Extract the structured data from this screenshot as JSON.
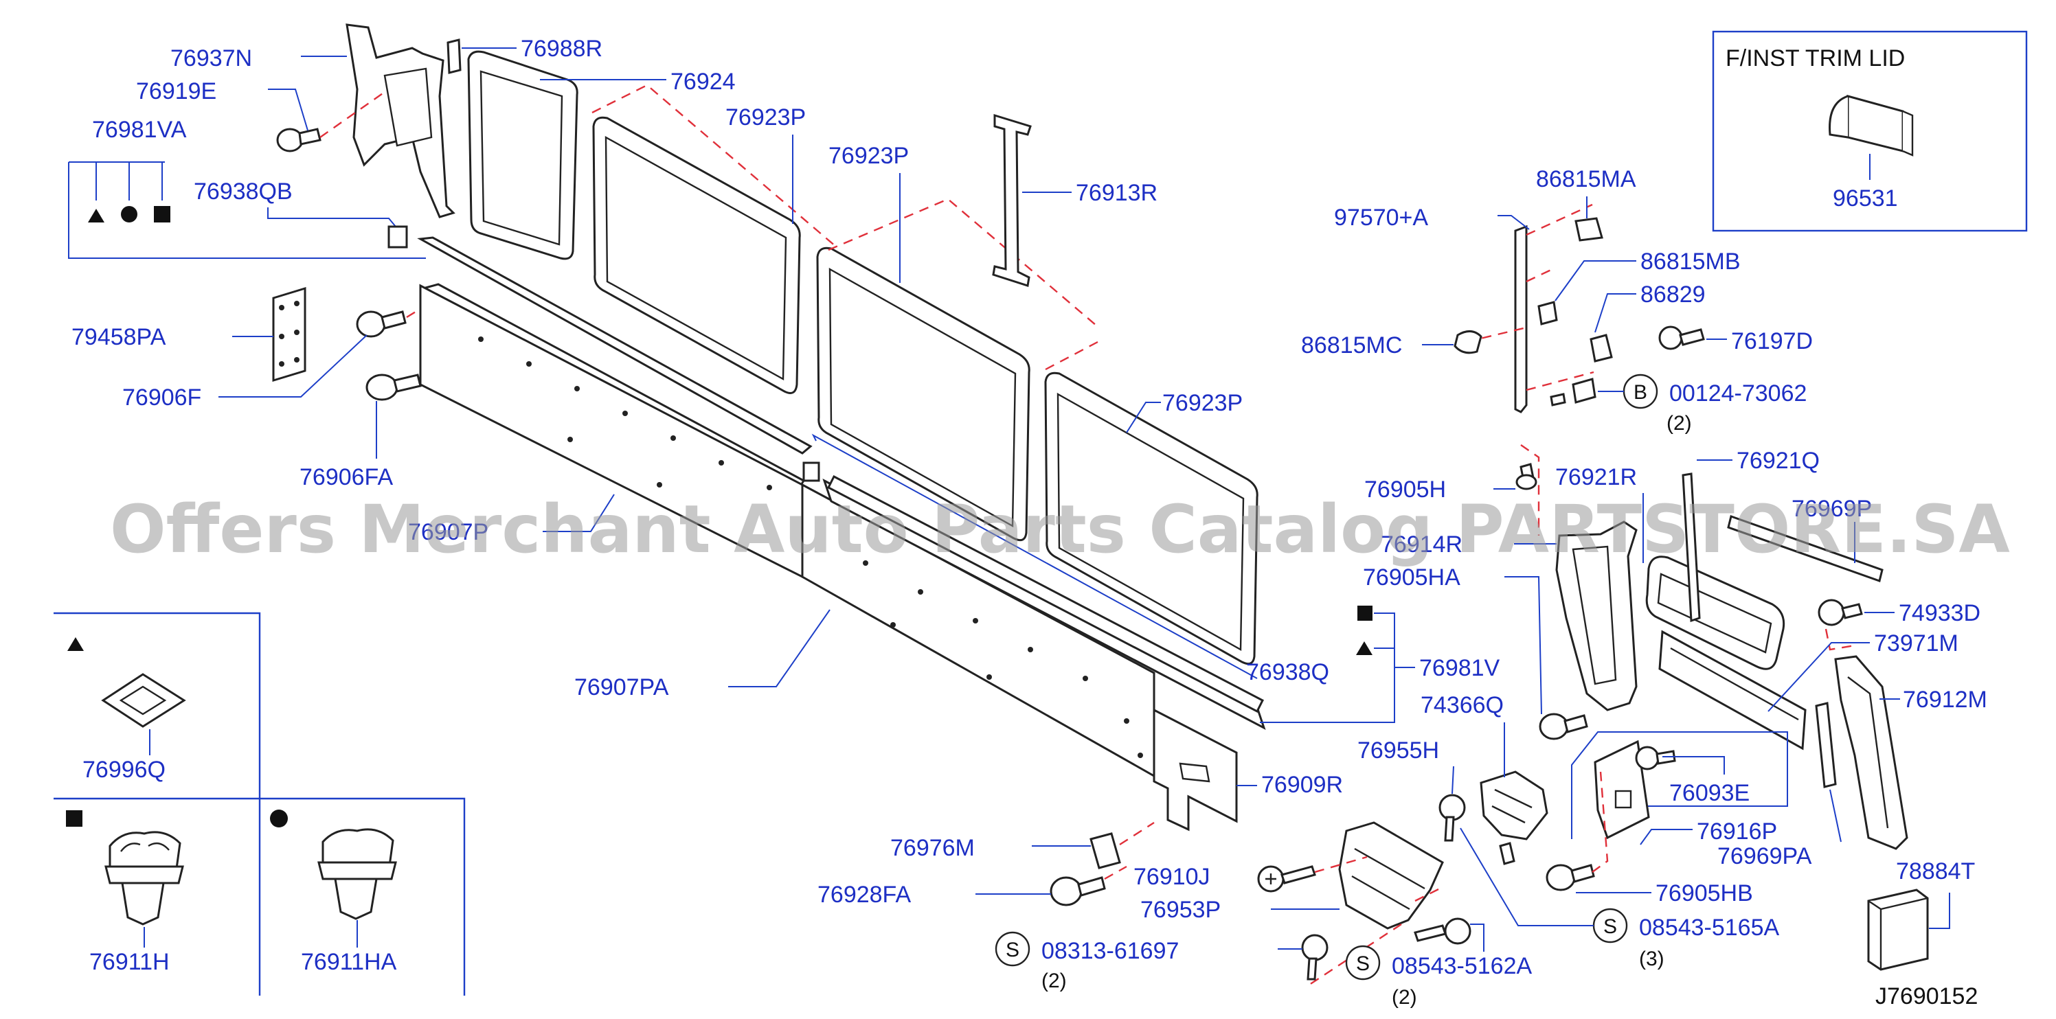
{
  "labels": {
    "p76937N": "76937N",
    "p76919E": "76919E",
    "p76981VA": "76981VA",
    "p76938QB": "76938QB",
    "p79458PA": "79458PA",
    "p76906F": "76906F",
    "p76906FA": "76906FA",
    "p76907P": "76907P",
    "p76907PA": "76907PA",
    "p76988R": "76988R",
    "p76924": "76924",
    "p76923P_a": "76923P",
    "p76923P_b": "76923P",
    "p76923P_c": "76923P",
    "p76913R": "76913R",
    "p76938Q": "76938Q",
    "p76981V": "76981V",
    "p76909R": "76909R",
    "p76976M": "76976M",
    "p76928FA": "76928FA",
    "p76910J": "76910J",
    "p76953P": "76953P",
    "p08313_61697": "08313-61697",
    "q2_a": "(2)",
    "p97570A": "97570+A",
    "p86815MA": "86815MA",
    "p86815MB": "86815MB",
    "p86829": "86829",
    "p86815MC": "86815MC",
    "p76197D": "76197D",
    "p00124_73062": "00124-73062",
    "q2_b": "(2)",
    "p76905H": "76905H",
    "p76921R": "76921R",
    "p76921Q": "76921Q",
    "p76969P": "76969P",
    "p76914R": "76914R",
    "p76905HA": "76905HA",
    "p74933D": "74933D",
    "p73971M": "73971M",
    "p76912M": "76912M",
    "p74366Q": "74366Q",
    "p76955H": "76955H",
    "p76093E": "76093E",
    "p76916P": "76916P",
    "p76969PA": "76969PA",
    "p76905HB": "76905HB",
    "p08543_5165A": "08543-5165A",
    "q3": "(3)",
    "p08543_5162A": "08543-5162A",
    "q2_c": "(2)",
    "p78884T": "78884T",
    "p76996Q": "76996Q",
    "p76911H": "76911H",
    "p76911HA": "76911HA",
    "inset_title": "F/INST   TRIM   LID",
    "p96531": "96531",
    "diagram_code": "J7690152",
    "callout_B": "B",
    "callout_S": "S"
  },
  "watermark": "Offers Merchant Auto Parts Catalog PARTSTORE.SA",
  "colors": {
    "label": "#1d2fc4",
    "leader": "#1d3fc8",
    "dashed_link": "#e0303a",
    "part_outline": "#222222",
    "watermark": "#9a9a9a"
  },
  "symbols": {
    "triangle": "triangle-marker",
    "circle": "circle-marker",
    "square": "square-marker"
  }
}
